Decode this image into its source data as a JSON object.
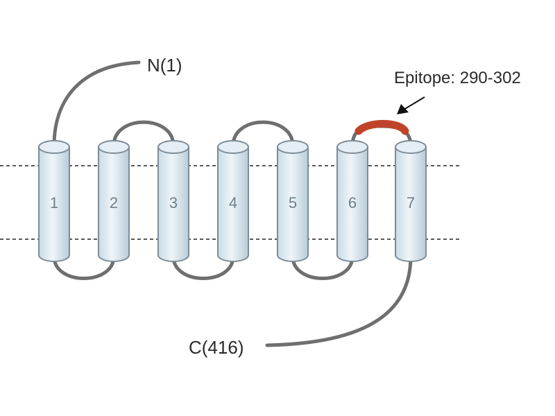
{
  "labels": {
    "n_terminus": "N(1)",
    "c_terminus": "C(416)",
    "epitope": "Epitope: 290-302"
  },
  "helices": [
    "1",
    "2",
    "3",
    "4",
    "5",
    "6",
    "7"
  ],
  "colors": {
    "helix_fill": "#dbe8f0",
    "helix_stroke": "#7d8c97",
    "loop": "#6f6f6f",
    "epitope": "#c0442a",
    "membrane_line": "#222222",
    "text": "#2a2a2a"
  }
}
